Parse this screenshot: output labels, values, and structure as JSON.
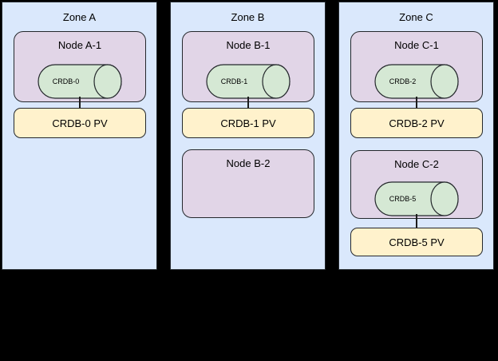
{
  "diagram": {
    "description": "Three availability zones with nodes, CRDB pods and persistent volumes",
    "colors": {
      "canvas_background": "#000000",
      "zone_fill": "#dae8fc",
      "node_fill": "#e1d5e7",
      "cylinder_fill": "#d5e8d4",
      "pv_fill": "#fff2cc",
      "stroke": "#24282c"
    }
  },
  "zones": [
    {
      "label": "Zone A",
      "nodes": [
        {
          "label": "Node A-1",
          "cylinder": "CRDB-0"
        }
      ],
      "pvs": [
        {
          "label": "CRDB-0 PV"
        }
      ]
    },
    {
      "label": "Zone B",
      "nodes": [
        {
          "label": "Node B-1",
          "cylinder": "CRDB-1"
        },
        {
          "label": "Node B-2"
        }
      ],
      "pvs": [
        {
          "label": "CRDB-1 PV"
        }
      ]
    },
    {
      "label": "Zone C",
      "nodes": [
        {
          "label": "Node C-1",
          "cylinder": "CRDB-2"
        },
        {
          "label": "Node C-2",
          "cylinder": "CRDB-5"
        }
      ],
      "pvs": [
        {
          "label": "CRDB-2 PV"
        },
        {
          "label": "CRDB-5 PV"
        }
      ]
    }
  ]
}
